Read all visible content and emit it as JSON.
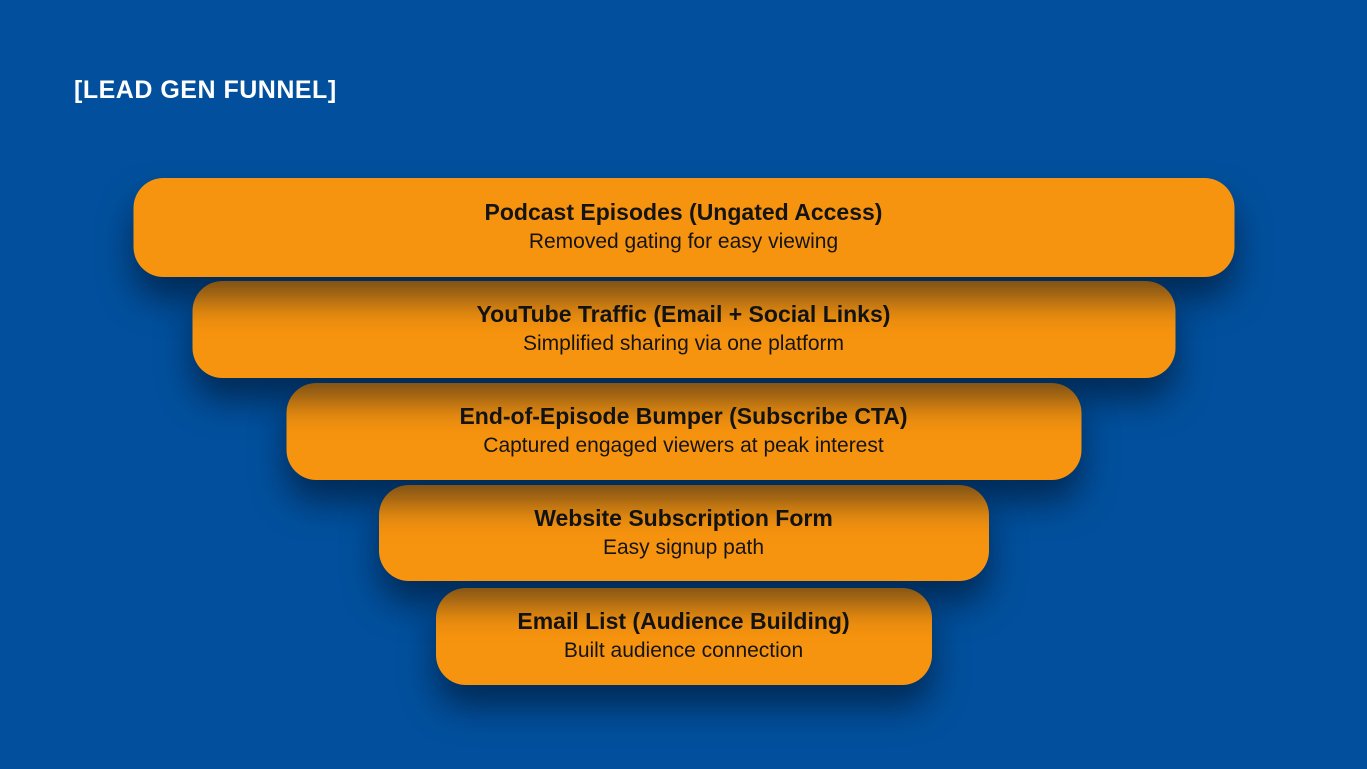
{
  "page": {
    "background_color": "#02509D",
    "title": "[LEAD GEN FUNNEL]"
  },
  "funnel": {
    "tier_color": "#F7940F",
    "text_color": "#141414",
    "shadow_color": "rgba(2,12,30,0.55)",
    "tiers": [
      {
        "heading": "Podcast Episodes (Ungated Access)",
        "subtext": "Removed gating for easy viewing"
      },
      {
        "heading": "YouTube Traffic (Email + Social Links)",
        "subtext": "Simplified sharing via one platform"
      },
      {
        "heading": "End-of-Episode Bumper (Subscribe CTA)",
        "subtext": "Captured engaged viewers at peak interest"
      },
      {
        "heading": "Website Subscription Form",
        "subtext": "Easy signup path"
      },
      {
        "heading": "Email List (Audience Building)",
        "subtext": "Built audience connection"
      }
    ]
  }
}
